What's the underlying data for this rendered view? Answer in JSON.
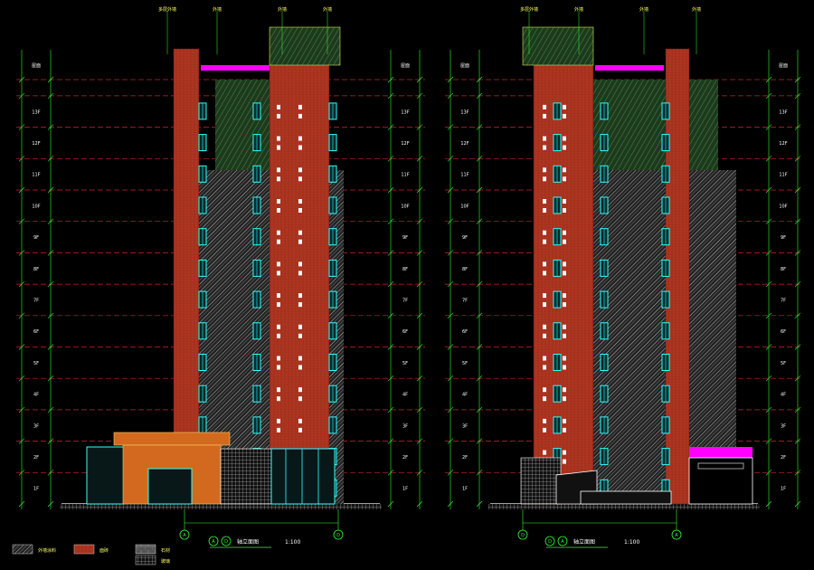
{
  "colors": {
    "background": "#000000",
    "floor_line": "#cc2233",
    "dim_line": "#33ff33",
    "brick": "#a8321e",
    "accent_magenta": "#ff00ff",
    "glass": "#33ffff",
    "roof_hatch": "#2a5a2a",
    "lower_hatch": "#3a3a3a",
    "podium_orange": "#d2691e"
  },
  "floor_labels": [
    "1F",
    "2F",
    "3F",
    "4F",
    "5F",
    "6F",
    "7F",
    "8F",
    "9F",
    "10F",
    "11F",
    "12F",
    "13F"
  ],
  "roof_label": "屋面",
  "top_labels": [
    "多层外墙",
    "外墙",
    "外墙",
    "外墙"
  ],
  "drawings": {
    "left": {
      "axis_start": "A",
      "axis_end": "D",
      "title": "轴立面图",
      "scale": "1:100"
    },
    "right": {
      "axis_start": "D",
      "axis_end": "A",
      "title": "轴立面图",
      "scale": "1:100"
    }
  },
  "legend": [
    {
      "label": "外墙涂料",
      "icon": "hatch-diagonal-icon"
    },
    {
      "label": "面砖",
      "icon": "hatch-brick-icon"
    },
    {
      "label": "石材",
      "icon": "hatch-stone-icon"
    },
    {
      "label": "玻璃",
      "icon": "hatch-grid-icon"
    }
  ]
}
